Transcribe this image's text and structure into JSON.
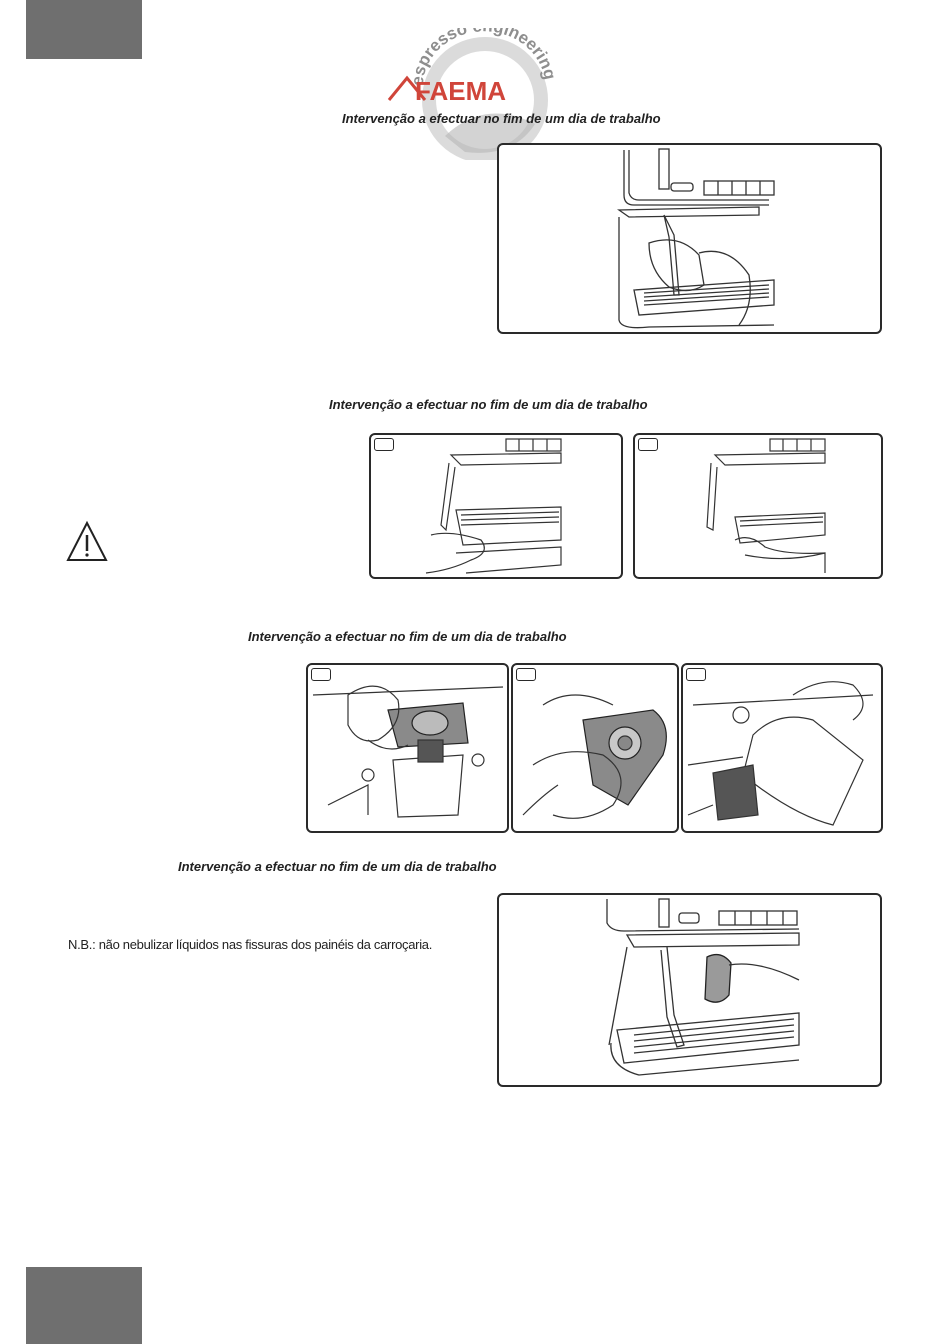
{
  "logo": {
    "arc_text": "espresso engineering",
    "brand": "FAEMA"
  },
  "sections": [
    {
      "heading": "Intervenção a efectuar no fim de um dia de trabalho"
    },
    {
      "heading": "Intervenção a efectuar no fim de um dia de trabalho"
    },
    {
      "heading": "Intervenção a efectuar no fim de um dia de trabalho"
    },
    {
      "heading": "Intervenção a efectuar no fim de um dia de trabalho",
      "note": "N.B.: não nebulizar líquidos nas fissuras dos painéis da carroçaria."
    }
  ],
  "icons": {
    "warning": "warning-triangle-icon"
  },
  "colors": {
    "tab": "#6f6f6f",
    "logo_red": "#d0453a",
    "logo_grey": "#9a9a9a"
  }
}
